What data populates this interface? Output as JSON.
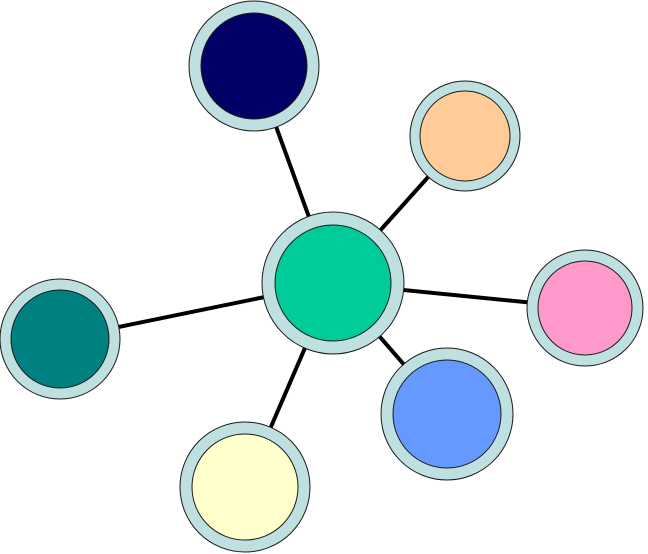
{
  "diagram": {
    "type": "hub-and-spoke",
    "hub": {
      "id": "hub",
      "fill": "#00CC99",
      "ring": "#BFE0E0"
    },
    "nodes": [
      {
        "id": "top-node",
        "fill": "#000066",
        "ring": "#BFE0E0"
      },
      {
        "id": "upper-right-node",
        "fill": "#FFCC99",
        "ring": "#BFE0E0"
      },
      {
        "id": "right-node",
        "fill": "#FF99CC",
        "ring": "#BFE0E0"
      },
      {
        "id": "lower-right-node",
        "fill": "#6699FF",
        "ring": "#BFE0E0"
      },
      {
        "id": "bottom-node",
        "fill": "#FFFFCC",
        "ring": "#BFE0E0"
      },
      {
        "id": "left-node",
        "fill": "#008080",
        "ring": "#BFE0E0"
      }
    ],
    "edge_color": "#000000"
  }
}
